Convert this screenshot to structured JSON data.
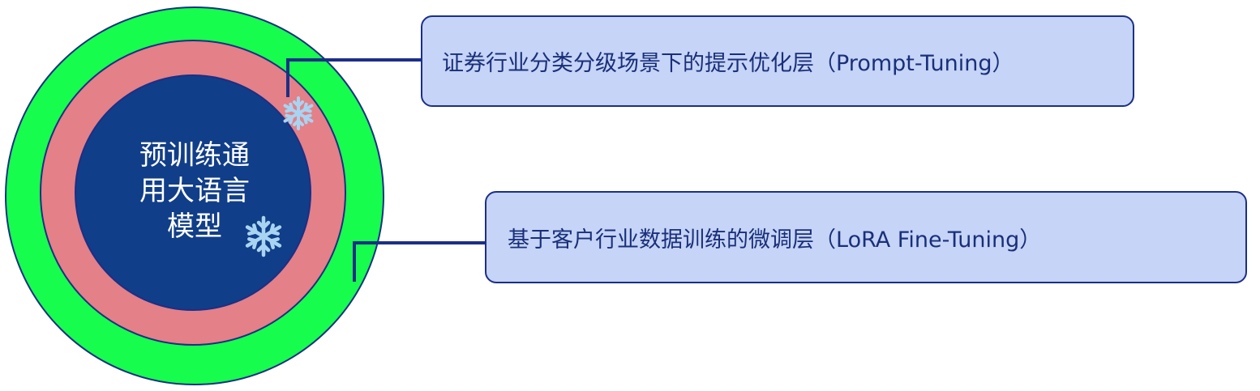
{
  "core": {
    "lines": [
      "预训练通",
      "用大语言",
      "模型"
    ]
  },
  "layers": {
    "prompt_tuning_label": "证券行业分类分级场景下的提示优化层（Prompt-Tuning）",
    "lora_label": "基于客户行业数据训练的微调层（LoRA Fine-Tuning）"
  },
  "colors": {
    "outer_ring": "#17fd4d",
    "middle_ring": "#e48087",
    "core": "#113e88",
    "ring_stroke": "#1c2f87",
    "label_fill": "#c5d4f7",
    "label_text": "#1a2f7a",
    "connector": "#1c2f87",
    "snowflake": "#a8d4f2"
  },
  "icons": [
    "snowflake-icon",
    "snowflake-icon"
  ]
}
